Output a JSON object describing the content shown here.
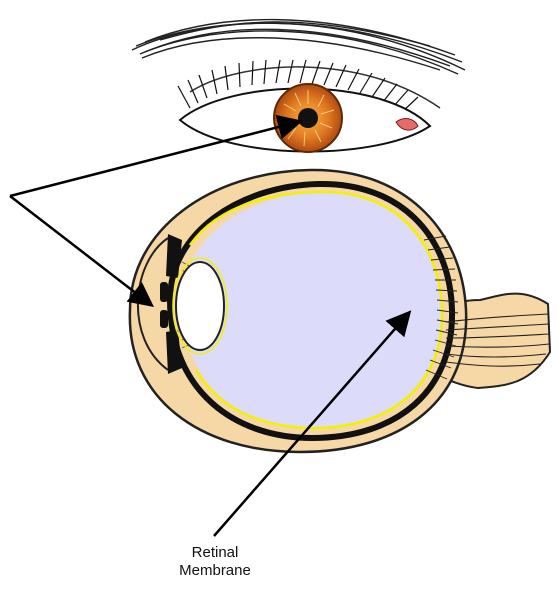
{
  "labels": {
    "retinal_membrane": [
      "Retinal",
      "Membrane"
    ]
  },
  "colors": {
    "background": "#ffffff",
    "skin": "#f6d7a6",
    "vitreous": "#dcdcfa",
    "retina_line": "#f2f200",
    "iris": "#d2691e",
    "iris_highlight": "#ffb347",
    "lines": "#000000",
    "tear_duct": "#e36b6b"
  },
  "icons": {
    "outer_eye": "external-eye-illustration",
    "cross_section": "eye-cross-section-illustration",
    "arrow": "pointer-arrow"
  }
}
